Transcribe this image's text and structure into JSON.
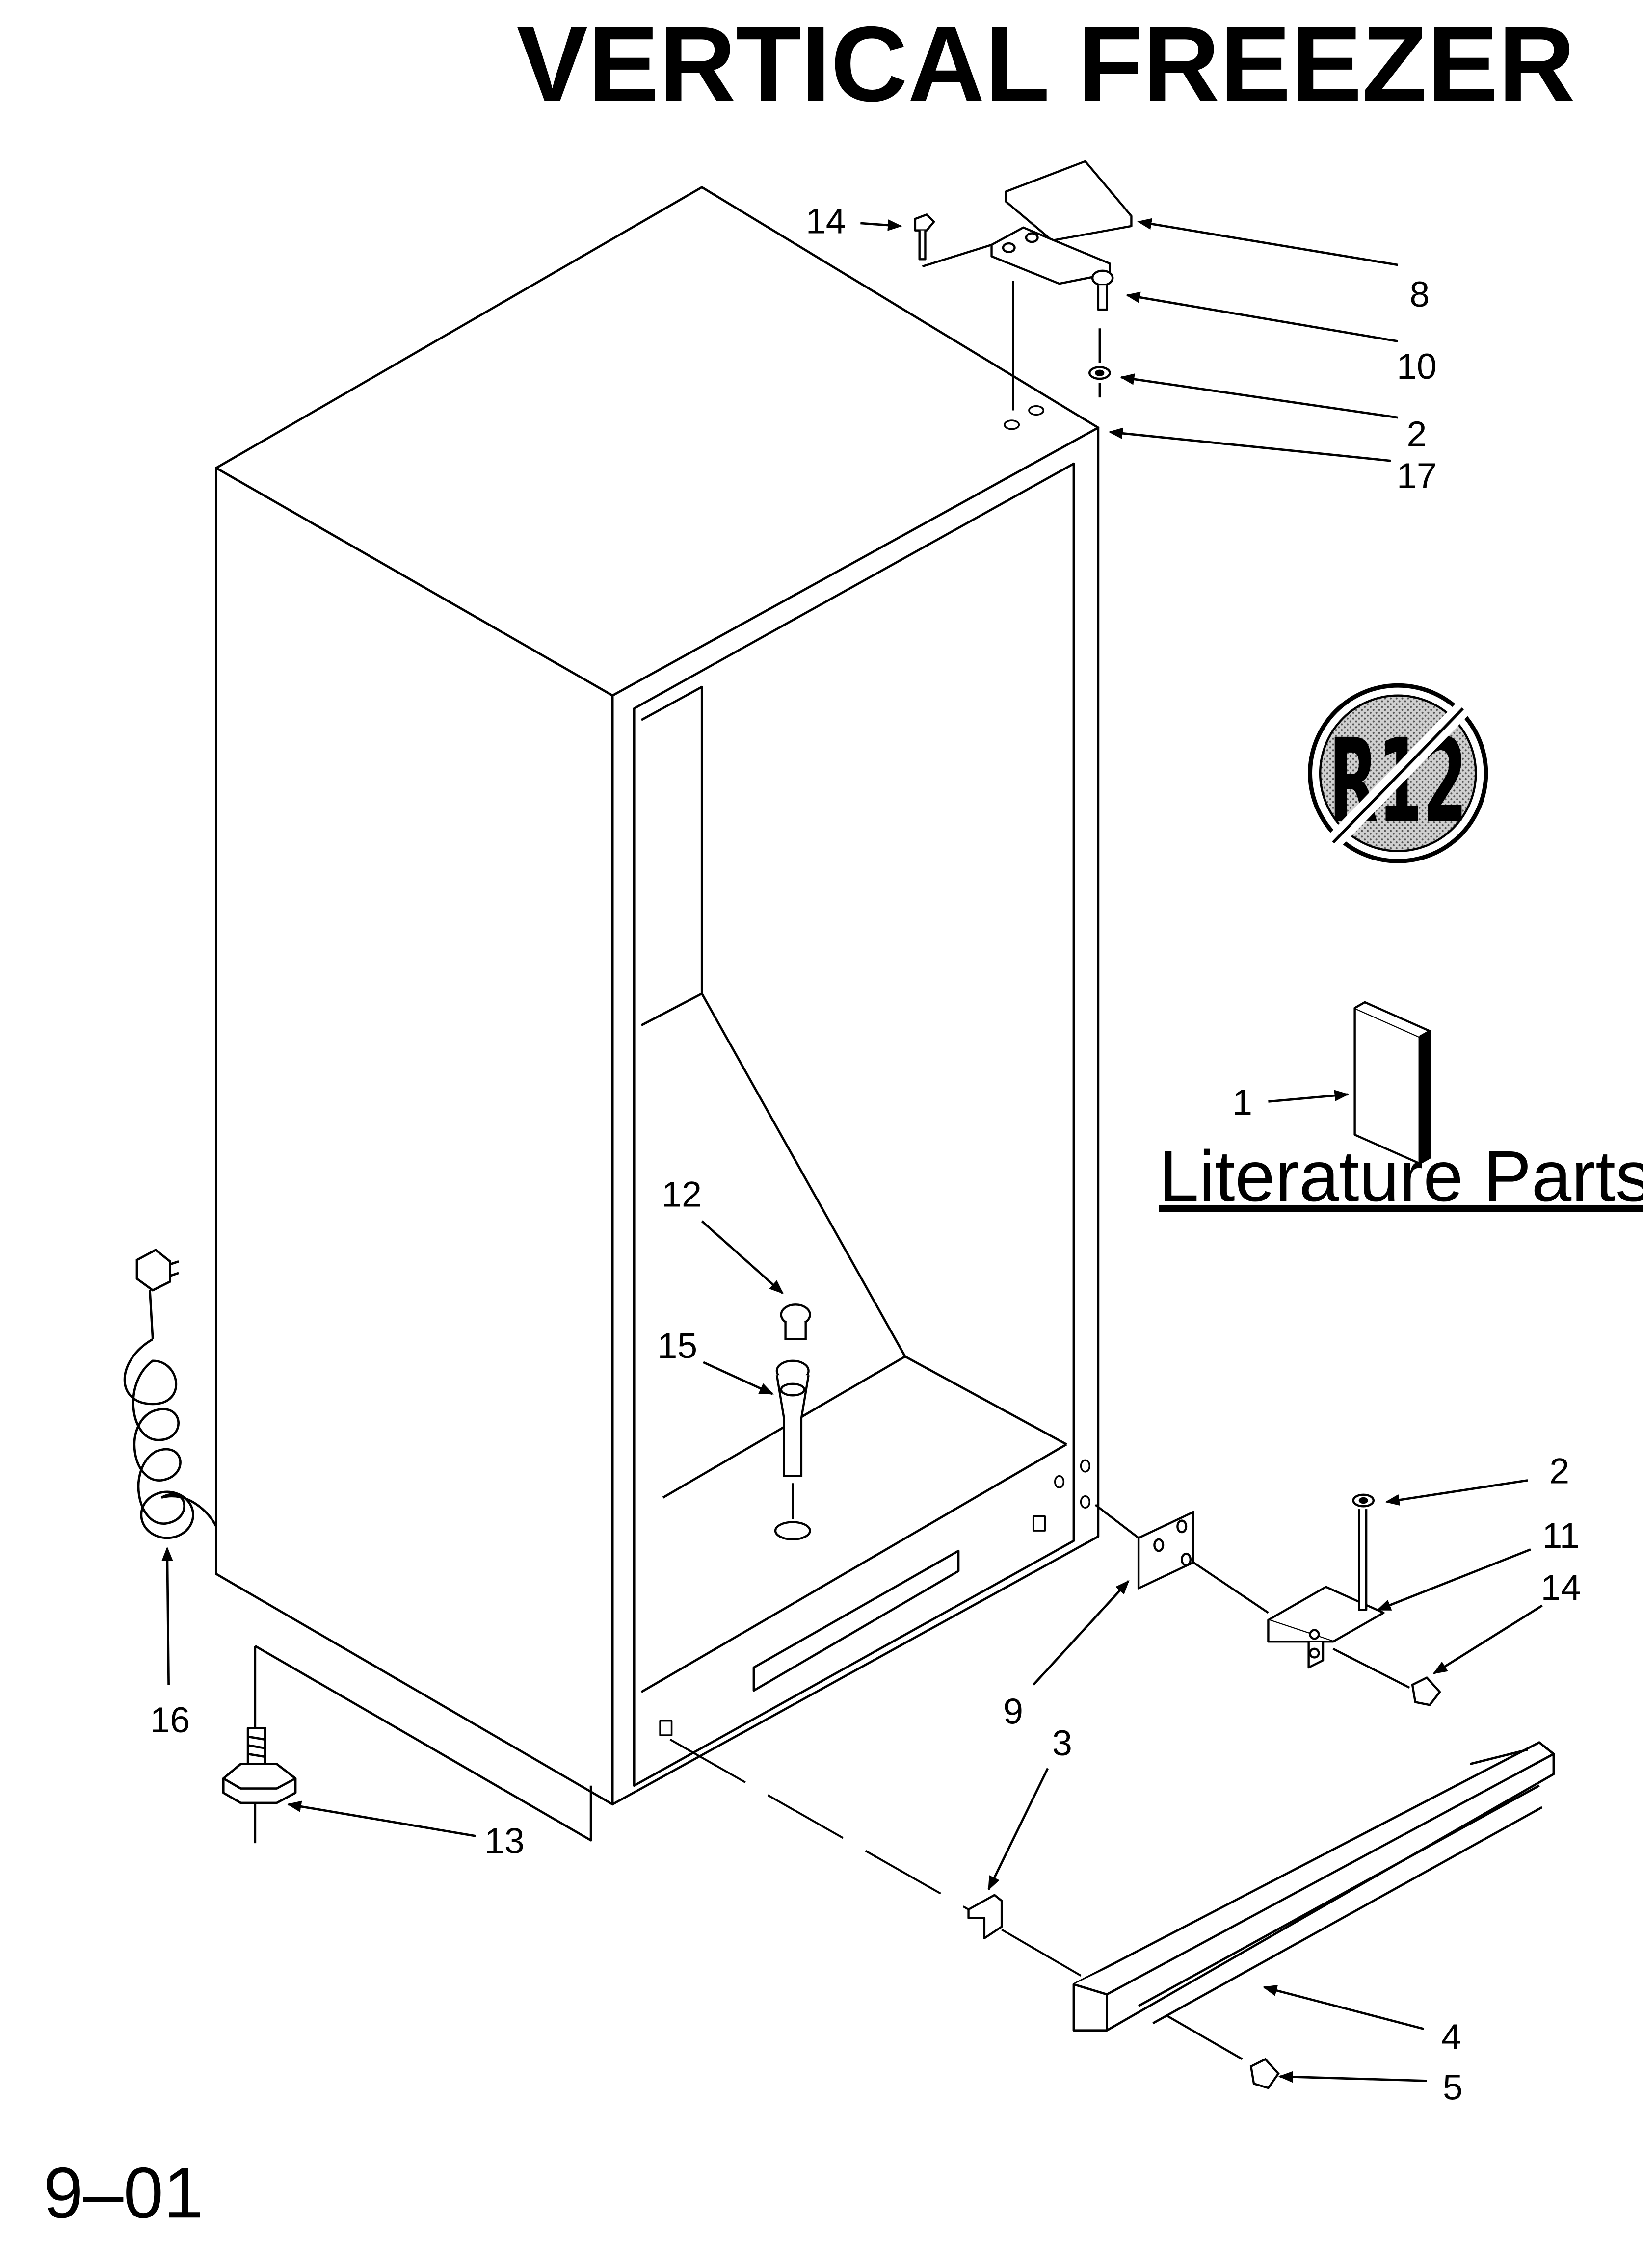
{
  "title": "VERTICAL FREEZER",
  "footer_code": "9–01",
  "literature_label": "Literature Parts",
  "no_r12_logo_text": "R12",
  "colors": {
    "ink": "#000000",
    "paper": "#ffffff",
    "logo_gray": "#b9b9b9"
  },
  "callouts": [
    {
      "id": "part-8",
      "label": "8"
    },
    {
      "id": "part-10",
      "label": "10"
    },
    {
      "id": "part-2-top",
      "label": "2"
    },
    {
      "id": "part-17",
      "label": "17"
    },
    {
      "id": "part-14-top",
      "label": "14"
    },
    {
      "id": "part-1",
      "label": "1"
    },
    {
      "id": "part-12",
      "label": "12"
    },
    {
      "id": "part-15",
      "label": "15"
    },
    {
      "id": "part-2-bottom",
      "label": "2"
    },
    {
      "id": "part-11",
      "label": "11"
    },
    {
      "id": "part-14-bottom",
      "label": "14"
    },
    {
      "id": "part-9",
      "label": "9"
    },
    {
      "id": "part-3",
      "label": "3"
    },
    {
      "id": "part-16",
      "label": "16"
    },
    {
      "id": "part-13",
      "label": "13"
    },
    {
      "id": "part-4",
      "label": "4"
    },
    {
      "id": "part-5",
      "label": "5"
    }
  ]
}
